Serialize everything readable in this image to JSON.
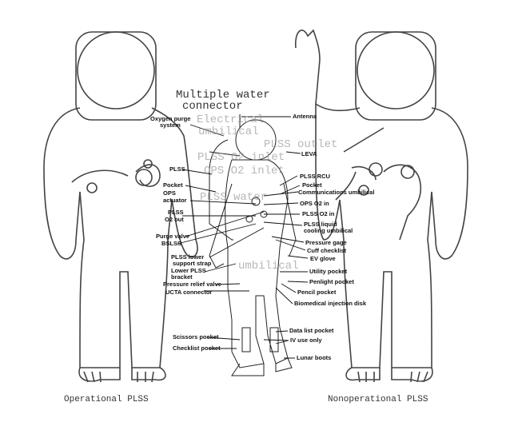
{
  "captions": {
    "left": "Operational PLSS",
    "right": "Nonoperational PLSS"
  },
  "overlay_labels": {
    "multiple_water_1": "Multiple water",
    "multiple_water_2": "connector",
    "electrical_1": "Electrical",
    "electrical_2": "umbilical",
    "plss_outlet": "PLSS outlet",
    "plss_o2_inlet": "PLSS O2 inlet",
    "ops_o2_inlet": "OPS O2 inlet",
    "plss_water": "PLSS water",
    "umbilical": "umbilical"
  },
  "suit_labels": {
    "antenna": "Antenna",
    "oxygen_purge_1": "Oxygen purge",
    "oxygen_purge_2": "system",
    "leva": "LEVA",
    "plss": "PLSS",
    "plss_rcu": "PLSS RCU",
    "pocket_right": "Pocket",
    "pocket_left": "Pocket",
    "communications": "Communications umbilical",
    "ops_1": "OPS",
    "ops_2": "actuator",
    "ops_o2_in": "OPS O2 in",
    "plss_o2_out_1": "PLSS",
    "plss_o2_out_2": "O2 out",
    "plss_o2_in": "PLSS O2 in",
    "plss_liquid_1": "PLSS liquid",
    "plss_liquid_2": "cooling umbilical",
    "purge_valve": "Purge valve",
    "pressure_gage": "Pressure gage",
    "bslss": "BSLSS",
    "cuff_checklist": "Cuff checklist",
    "ev_glove": "EV glove",
    "plss_lower_1": "PLSS lower",
    "plss_lower_2": "support strap",
    "lower_plss_1": "Lower PLSS",
    "lower_plss_2": "bracket",
    "pressure_relief": "Pressure relief valve",
    "utility_pocket": "Utility pocket",
    "ucta": "UCTA connector",
    "penlight": "Penlight pocket",
    "pencil": "Pencil pocket",
    "biomedical": "Biomedical injection disk",
    "data_list": "Data list pocket",
    "scissors": "Scissors pocket",
    "iv_use": "IV use only",
    "checklist": "Checklist pocket",
    "lunar_boots": "Lunar boots"
  }
}
